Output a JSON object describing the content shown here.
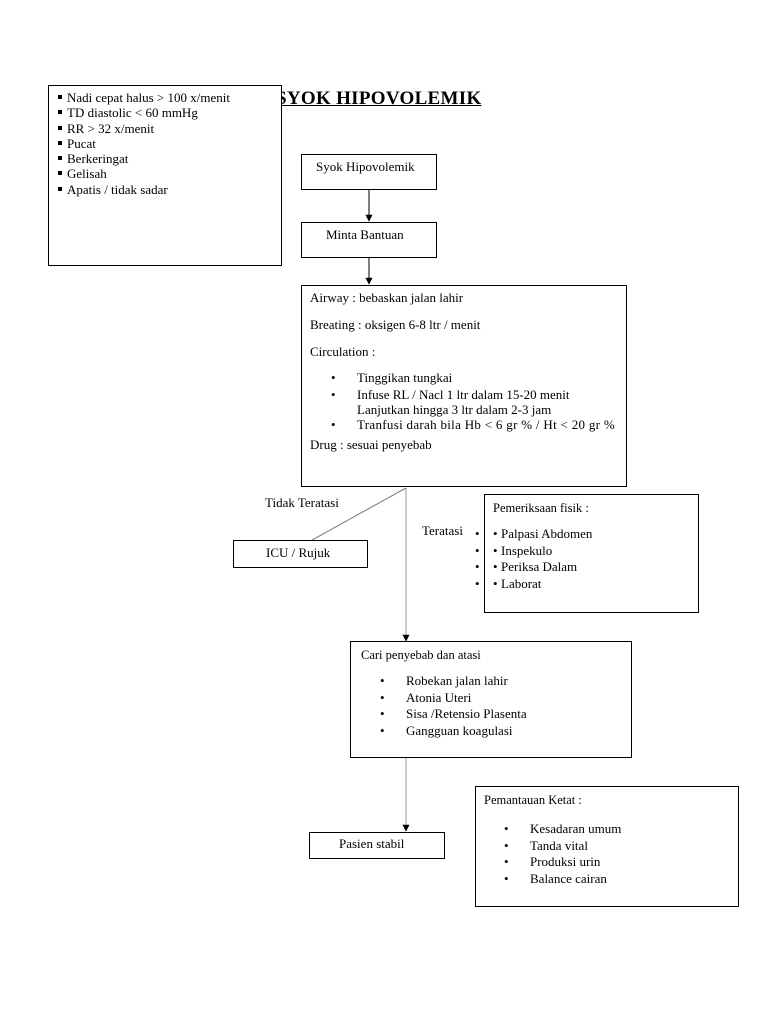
{
  "title": "SYOK HIPOVOLEMIK",
  "signs": [
    "Nadi cepat halus > 100 x/menit",
    "TD diastolic < 60 mmHg",
    "RR > 32 x/menit",
    "Pucat",
    "Berkeringat",
    "Gelisah",
    "Apatis / tidak sadar"
  ],
  "flow": {
    "start": "Syok Hipovolemik",
    "help": "Minta Bantuan",
    "abc": {
      "airway": "Airway : bebaskan jalan lahir",
      "breathing": "Breating : oksigen 6-8 ltr / menit",
      "circulation": "Circulation :",
      "circ_items": [
        "Tinggikan tungkai",
        "Infuse RL / Nacl 1 ltr dalam 15-20 menit Lanjutkan hingga 3 ltr dalam 2-3 jam",
        "Tranfusi darah bila Hb < 6 gr % / Ht < 20 gr %"
      ],
      "drug": "Drug : sesuai penyebab"
    },
    "not_resolved_label": "Tidak Teratasi",
    "resolved_label": "Teratasi",
    "icu": "ICU / Rujuk",
    "cause": {
      "heading": "Cari penyebab dan atasi",
      "items": [
        "Robekan jalan lahir",
        "Atonia Uteri",
        "Sisa /Retensio Plasenta",
        "Gangguan koagulasi"
      ]
    },
    "stable": "Pasien stabil"
  },
  "exam": {
    "heading": "Pemeriksaan fisik :",
    "items": [
      "Palpasi Abdomen",
      "Inspekulo",
      "Periksa Dalam",
      "Laborat"
    ]
  },
  "monitor": {
    "heading": "Pemantauan Ketat :",
    "items": [
      "Kesadaran umum",
      "Tanda vital",
      "Produksi urin",
      "Balance cairan"
    ]
  }
}
